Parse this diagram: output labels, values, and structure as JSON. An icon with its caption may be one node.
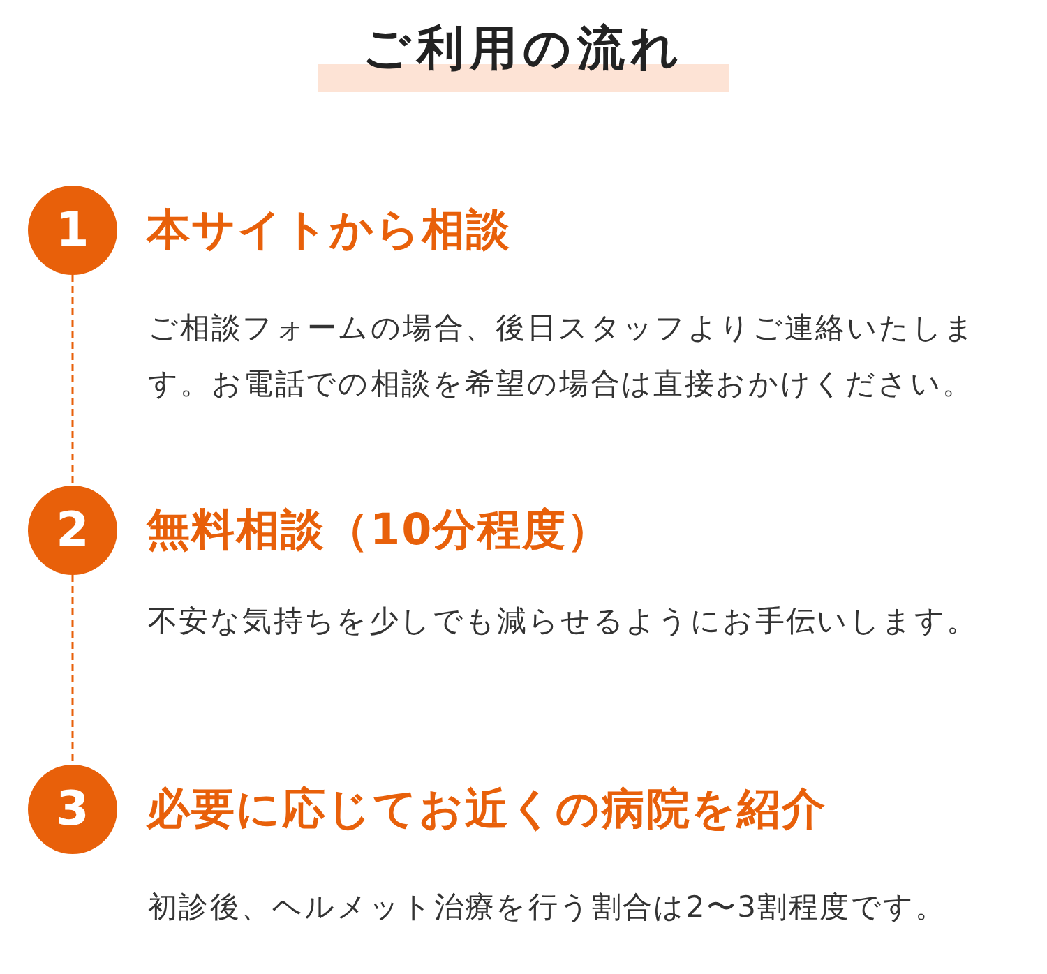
{
  "diagram": {
    "title": "ご利用の流れ",
    "nodes": [
      {
        "text": [
          "1"
        ],
        "beside": [
          "本サイトから相談",
          "ご相談フォームの場合、後日スタッフよりご連絡いたします。お電話での相談を希望の場合は直接おかけください。"
        ]
      },
      {
        "text": [
          "2"
        ],
        "beside": [
          "無料相談（10分程度）",
          "不安な気持ちを少しでも減らせるようにお手伝いします。"
        ]
      },
      {
        "text": [
          "3"
        ],
        "beside": [
          "必要に応じてお近くの病院を紹介",
          "初診後、ヘルメット治療を行う割合は2〜3割程度です。"
        ]
      }
    ],
    "edges": [
      {
        "from": 0,
        "to": 1,
        "arrow": "none",
        "style": "dashed"
      },
      {
        "from": 1,
        "to": 2,
        "arrow": "none",
        "style": "dashed"
      }
    ]
  }
}
